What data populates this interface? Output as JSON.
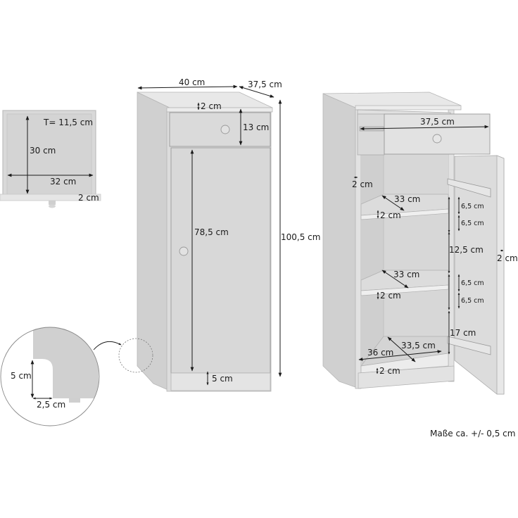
{
  "drawer_inset": {
    "depth": "T= 11,5 cm",
    "height": "30 cm",
    "width": "32 cm",
    "front_thickness": "2 cm"
  },
  "front_view": {
    "width": "40 cm",
    "depth": "37,5 cm",
    "top_thickness": "2 cm",
    "drawer_height": "13 cm",
    "door_height": "78,5 cm",
    "total_height": "100,5 cm",
    "plinth_height": "5 cm"
  },
  "foot_detail": {
    "cutout_height": "5 cm",
    "cutout_width": "2,5 cm"
  },
  "open_view": {
    "drawer_width": "37,5 cm",
    "side_thickness": "2 cm",
    "shelf1_depth": "33 cm",
    "shelf1_thickness": "2 cm",
    "shelf2_depth": "33 cm",
    "shelf2_thickness": "2 cm",
    "upper_adjust_a": "6,5 cm",
    "upper_adjust_b": "6,5 cm",
    "middle_gap": "12,5 cm",
    "lower_adjust_a": "6,5 cm",
    "lower_adjust_b": "6,5 cm",
    "door_thickness": "2 cm",
    "bottom_gap": "17 cm",
    "bottom_width": "36 cm",
    "bottom_depth": "33,5 cm",
    "bottom_thickness": "2 cm"
  },
  "footer": {
    "tolerance_note": "Maße ca. +/- 0,5 cm"
  }
}
